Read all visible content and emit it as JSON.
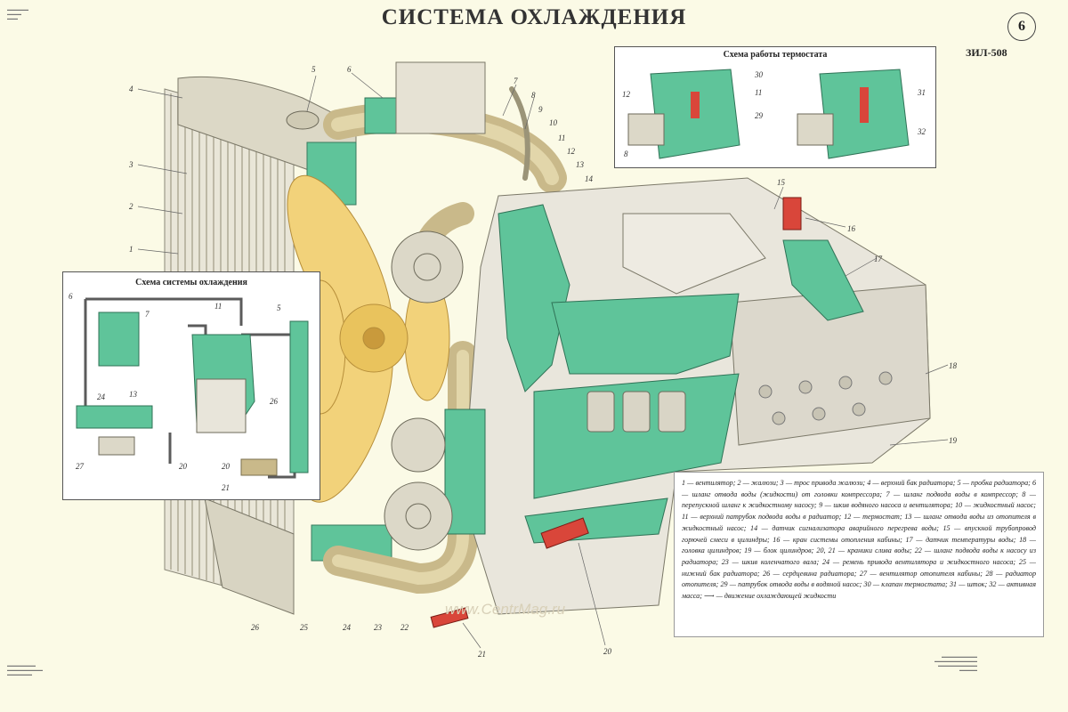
{
  "title": "СИСТЕМА ОХЛАЖДЕНИЯ",
  "page_number": "6",
  "model": "ЗИЛ-508",
  "inset_thermostat": {
    "title": "Схема работы термостата",
    "left_labels": [
      "12",
      "30",
      "11",
      "29",
      "8"
    ],
    "right_labels": [
      "31",
      "32"
    ]
  },
  "inset_system": {
    "title": "Схема системы охлаждения",
    "labels": [
      "6",
      "7",
      "11",
      "5",
      "24",
      "13",
      "26",
      "27",
      "20",
      "20",
      "21"
    ]
  },
  "callouts": [
    "1",
    "2",
    "3",
    "4",
    "5",
    "6",
    "7",
    "8",
    "9",
    "10",
    "11",
    "12",
    "13",
    "14",
    "15",
    "16",
    "17",
    "18",
    "19",
    "20",
    "21",
    "22",
    "23",
    "24",
    "25",
    "26"
  ],
  "legend_text": "1 — вентилятор; 2 — жалюзи; 3 — трос привода жалюзи; 4 — верхний бак радиатора; 5 — пробка радиатора; 6 — шланг отвода воды (жидкости) от головки компрессора; 7 — шланг подвода воды в компрессор; 8 — перепускной шланг к жидкостному насосу; 9 — шкив водяного насоса и вентилятора; 10 — жидкостный насос; 11 — верхний патрубок подвода воды в радиатор; 12 — термостат; 13 — шланг отвода воды из отопителя в жидкостный насос; 14 — датчик сигнализатора аварийного перегрева воды; 15 — впускной трубопровод горючей смеси в цилиндры; 16 — кран системы отопления кабины; 17 — датчик температуры воды; 18 — головка цилиндров; 19 — блок цилиндров; 20, 21 — краники слива воды; 22 — шланг подвода воды к насосу из радиатора; 23 — шкив коленчатого вала; 24 — ремень привода вентилятора и жидкостного насоса; 25 — нижний бак радиатора; 26 — сердцевина радиатора; 27 — вентилятор отопителя кабины; 28 — радиатор отопителя; 29 — патрубок отвода воды в водяной насос; 30 — клапан термостата; 31 — шток; 32 — активная масса; ⟶ — движение охлаждающей жидкости",
  "watermark": "www.CentrMag.ru",
  "colors": {
    "coolant": "#5fc49a",
    "metal": "#e6e2d2",
    "hose": "#c9b98a",
    "fan": "#f2d27a",
    "valve": "#d9463a"
  }
}
